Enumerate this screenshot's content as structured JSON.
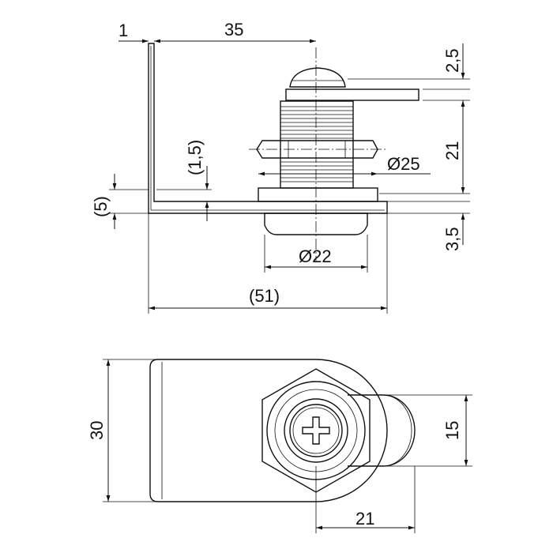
{
  "drawing": {
    "side_view": {
      "plate_thickness": "1",
      "center_offset": "35",
      "cap_height": "2,5",
      "body_height": "21",
      "washer_gap": "(1,5)",
      "nut_diameter": "Ø25",
      "plate_offset": "(5)",
      "bottom_height": "3,5",
      "bottom_diameter": "Ø22",
      "overall_length": "(51)"
    },
    "front_view": {
      "height": "30",
      "lever_width": "15",
      "lever_length": "21"
    }
  }
}
